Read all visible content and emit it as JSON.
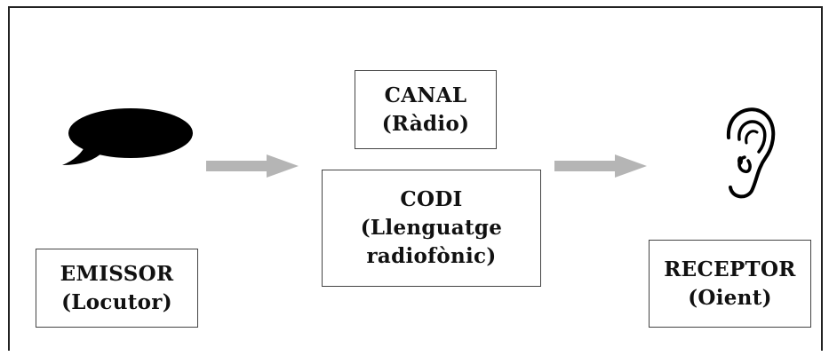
{
  "emissor": {
    "title": "EMISSOR",
    "subtitle": "(Locutor)"
  },
  "canal": {
    "title": "CANAL",
    "subtitle": "(Ràdio)"
  },
  "codi": {
    "title": "CODI",
    "line2": "(Llenguatge",
    "line3": "radiofònic)"
  },
  "receptor": {
    "title": "RECEPTOR",
    "subtitle": "(Oient)"
  },
  "icons": {
    "speaker": "speech-bubble-icon",
    "listener": "ear-icon",
    "flow": "arrow-right-icon"
  },
  "colors": {
    "arrow": "#b5b5b5",
    "bubble": "#000000",
    "border": "#444444"
  }
}
